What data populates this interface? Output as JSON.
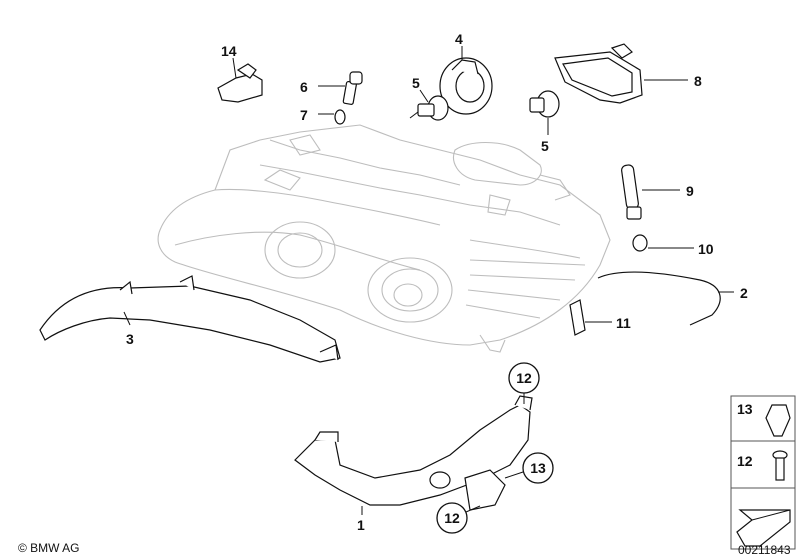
{
  "parts": [
    {
      "num": "14"
    },
    {
      "num": "4"
    },
    {
      "num": "6"
    },
    {
      "num": "5"
    },
    {
      "num": "7"
    },
    {
      "num": "5"
    },
    {
      "num": "8"
    },
    {
      "num": "9"
    },
    {
      "num": "10"
    },
    {
      "num": "2"
    },
    {
      "num": "3"
    },
    {
      "num": "11"
    },
    {
      "num": "12"
    },
    {
      "num": "13"
    },
    {
      "num": "12"
    },
    {
      "num": "1"
    }
  ],
  "legend": [
    {
      "num": "13"
    },
    {
      "num": "12"
    }
  ],
  "footer": {
    "copyright": "© BMW AG",
    "doc_id": "00211843"
  }
}
